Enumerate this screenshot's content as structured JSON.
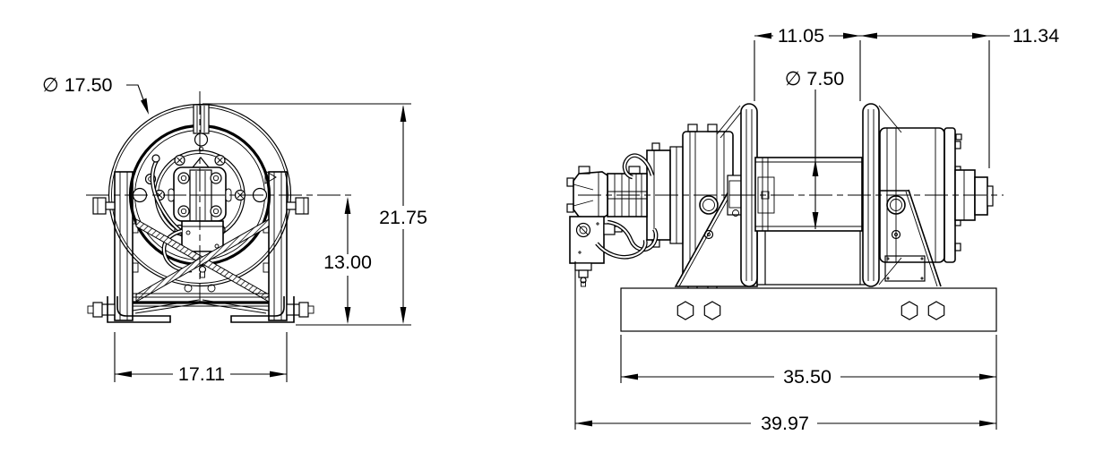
{
  "palette": {
    "background": "#ffffff",
    "line": "#000000",
    "text": "#000000"
  },
  "front_view": {
    "dim_flange_diameter": "∅ 17.50",
    "dim_overall_height": "21.75",
    "dim_centerline_height": "13.00",
    "dim_frame_width": "17.11"
  },
  "side_view": {
    "dim_drum_length": "11.05",
    "dim_brake_end_length": "11.34",
    "dim_drum_barrel_diameter": "∅ 7.50",
    "dim_base_length": "35.50",
    "dim_overall_length": "39.97"
  }
}
